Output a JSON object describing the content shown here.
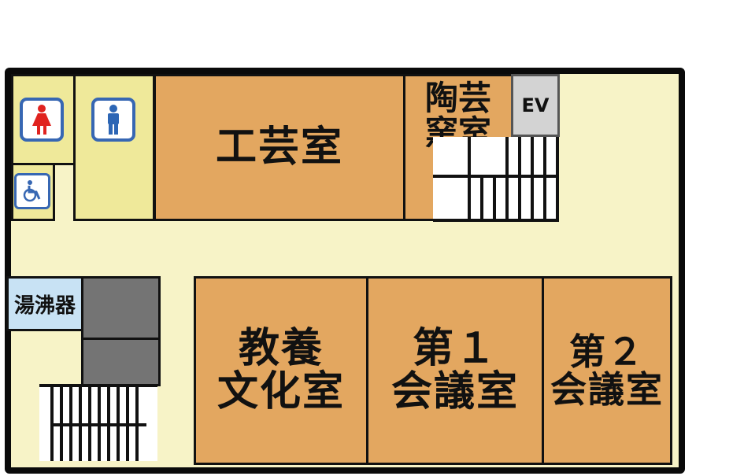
{
  "rooms": {
    "crafts": "工芸室",
    "kiln": "陶芸\n窯室",
    "culture": "教養\n文化室",
    "meeting1": "第１\n会議室",
    "meeting2": "第２\n会議室",
    "boiler": "湯沸器",
    "elevator": "EV"
  },
  "icons": {
    "women": "female-restroom-icon",
    "men": "male-restroom-icon",
    "accessible": "wheelchair-icon"
  },
  "colors": {
    "room": "#e3a760",
    "corridor": "#f7f3c7",
    "restroom": "#efe99a",
    "icon_border": "#3767b3",
    "women_figure": "#e0231f",
    "men_figure": "#2d66b5"
  }
}
